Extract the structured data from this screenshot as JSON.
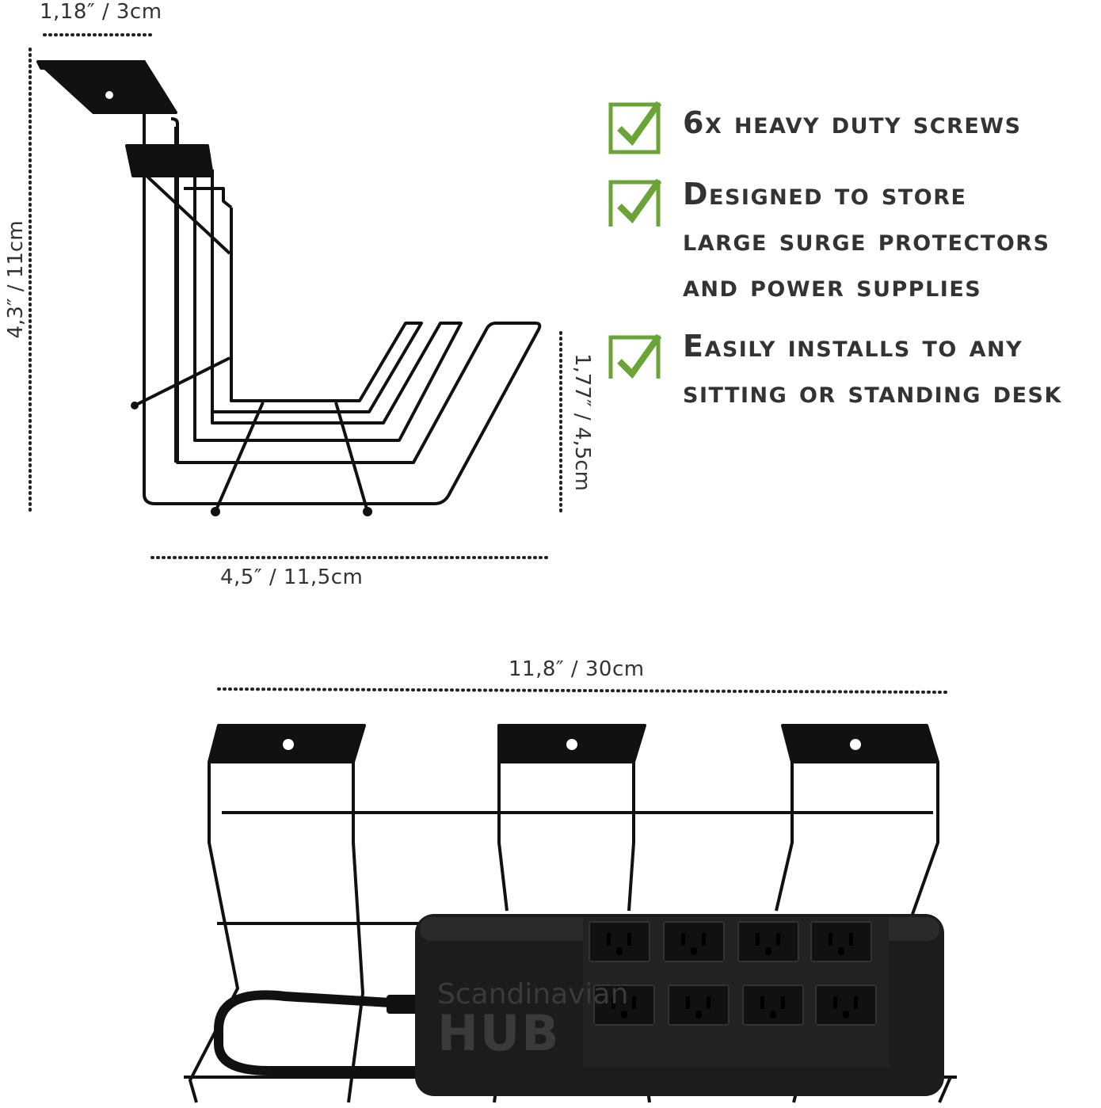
{
  "dimensions": {
    "top_width": "1,18″ / 3cm",
    "height": "4,3″ / 11cm",
    "depth": "1,77″ / 4,5cm",
    "width": "4,5″ / 11,5cm",
    "length": "11,8″ / 30cm"
  },
  "features": [
    {
      "lines": [
        "6x heavy duty screws"
      ]
    },
    {
      "lines": [
        "Designed to store",
        "large surge protectors",
        "and power supplies"
      ]
    },
    {
      "lines": [
        "Easily installs to any",
        "sitting or standing desk"
      ]
    }
  ],
  "watermark": {
    "line1": "Scandinavian",
    "line2": "HUB"
  },
  "colors": {
    "check_green": "#6aa336",
    "wire": "#111111",
    "text": "#333333"
  }
}
